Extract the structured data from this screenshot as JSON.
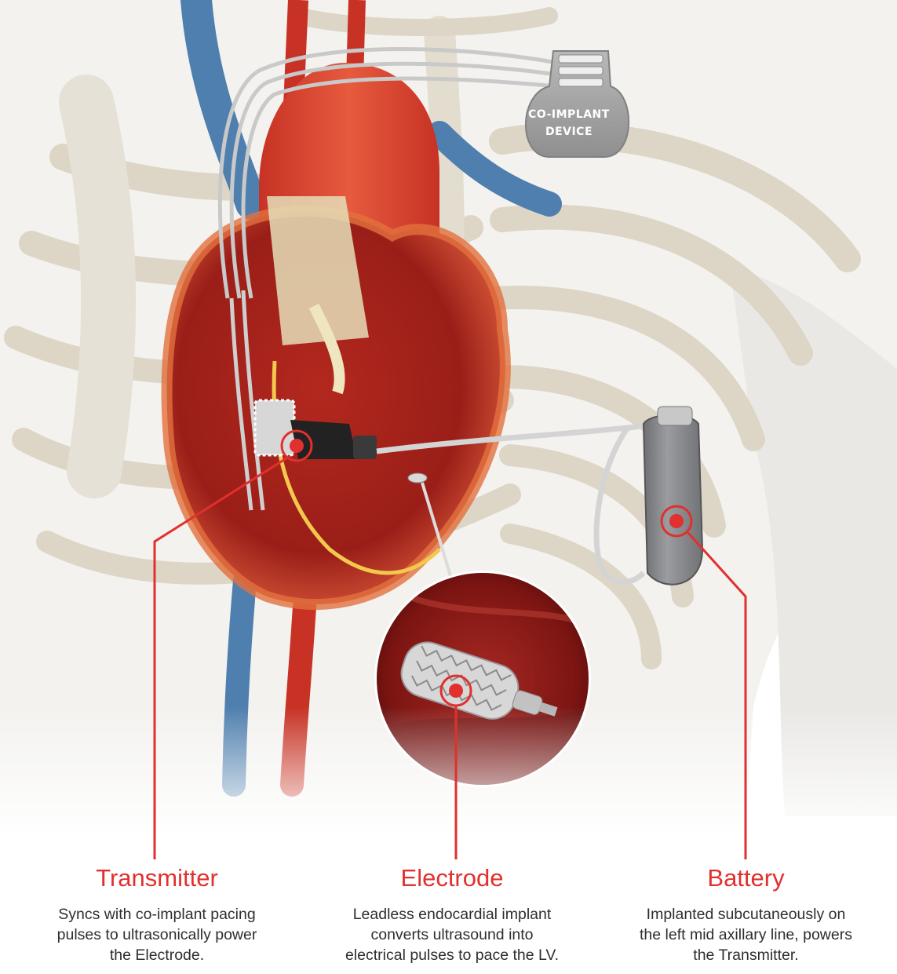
{
  "co_implant": {
    "line1": "CO-IMPLANT",
    "line2": "DEVICE"
  },
  "components": [
    {
      "title": "Transmitter",
      "lines": [
        "Syncs with co-implant pacing",
        "pulses to ultrasonically power",
        "the Electrode."
      ]
    },
    {
      "title": "Electrode",
      "lines": [
        "Leadless endocardial implant",
        "converts ultrasound into",
        "electrical pulses to pace the LV."
      ]
    },
    {
      "title": "Battery",
      "lines": [
        "Implanted subcutaneously on",
        "the left mid axillary line, powers",
        "the Transmitter."
      ]
    }
  ],
  "colors": {
    "accent": "#e1302d",
    "heart": "#c8321f",
    "vein": "#4f7fae",
    "bone": "#ddd6c6"
  }
}
